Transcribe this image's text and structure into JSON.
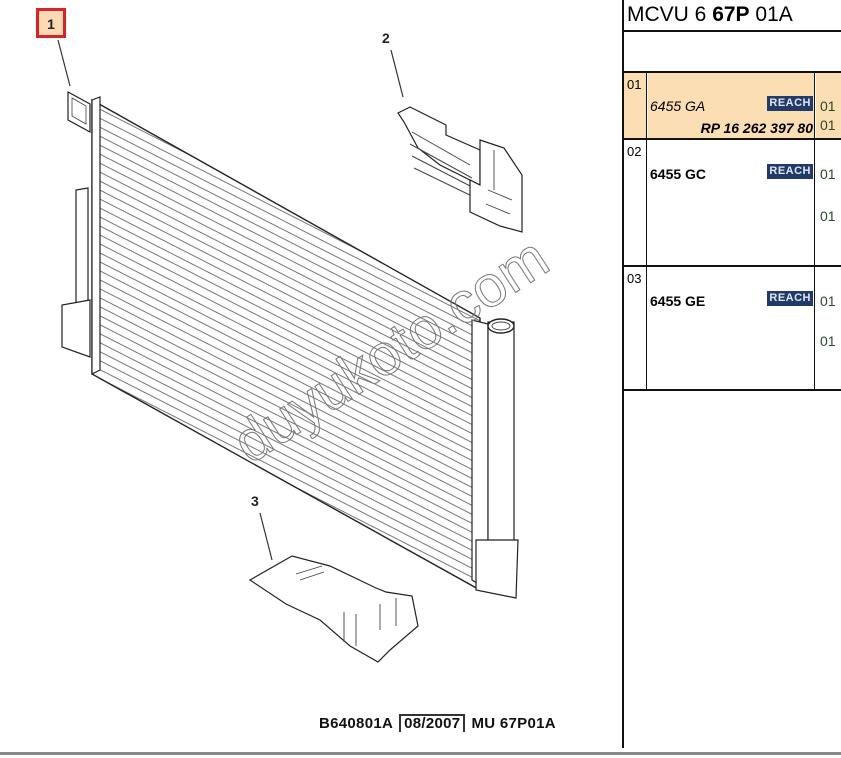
{
  "diagram": {
    "callouts": [
      "1",
      "2",
      "3"
    ],
    "selected_callout": "1",
    "watermark": "duyukoto.com",
    "footer": {
      "drawing_code": "B640801A",
      "date": "08/2007",
      "model_code": "MU 67P01A"
    }
  },
  "panel": {
    "title_prefix": "MCVU 6 ",
    "title_bold": "67P",
    "title_suffix": " 01A",
    "rows": [
      {
        "index": "01",
        "ref": "6455 GA",
        "badge": "REACH",
        "part_number": "RP 16 262 397 80",
        "qty": [
          "01",
          "01"
        ],
        "highlighted": true
      },
      {
        "index": "02",
        "ref": "6455 GC",
        "badge": "REACH",
        "qty": [
          "01",
          "01"
        ],
        "highlighted": false
      },
      {
        "index": "03",
        "ref": "6455 GE",
        "badge": "REACH",
        "qty": [
          "01",
          "01"
        ],
        "highlighted": false
      }
    ]
  },
  "colors": {
    "highlight_row": "#fbdeb4",
    "callout_border": "#d9232a",
    "reach_badge": "#223a68"
  }
}
